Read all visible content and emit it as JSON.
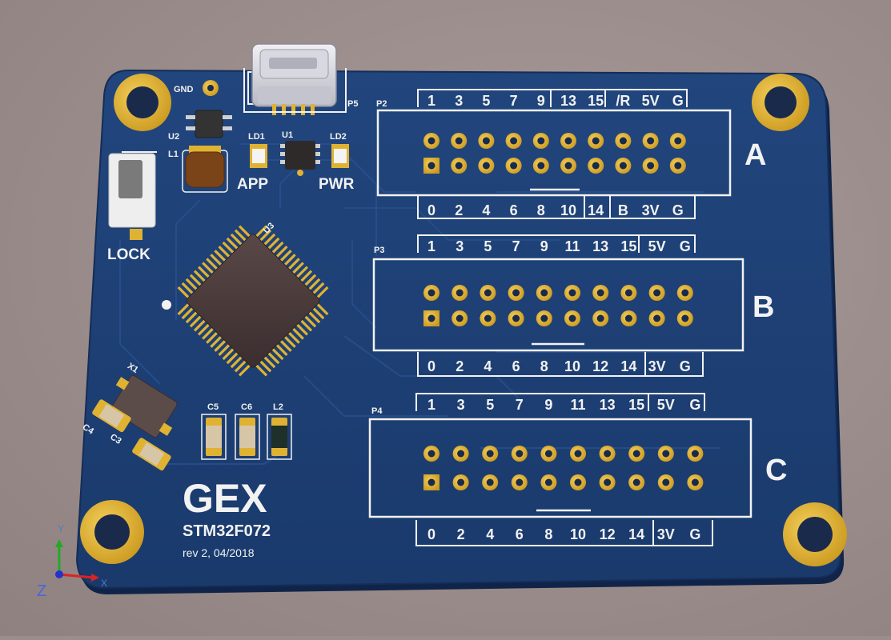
{
  "board": {
    "title": "GEX",
    "mcu": "STM32F072",
    "revision": "rev 2, 04/2018",
    "lock_label": "LOCK",
    "app_label": "APP",
    "pwr_label": "PWR",
    "colors": {
      "pcb": "#1c3d73",
      "pcb_edge": "#142d58",
      "pad": "#e0b232",
      "silk": "#f2f2f2",
      "chip": "#4a3b3b"
    }
  },
  "designators": {
    "gnd": "GND",
    "u2": "U2",
    "l1": "L1",
    "ld1": "LD1",
    "u1": "U1",
    "ld2": "LD2",
    "p5": "P5",
    "u3": "U3",
    "x1": "X1",
    "c4": "C4",
    "c3": "C3",
    "c5": "C5",
    "c6": "C6",
    "l2": "L2"
  },
  "connectors": [
    {
      "id": "a",
      "designator": "P2",
      "letter": "A",
      "top_labels": [
        "1",
        "3",
        "5",
        "7",
        "9",
        "13",
        "15",
        "/R",
        "5V",
        "G"
      ],
      "bottom_labels": [
        "0",
        "2",
        "4",
        "6",
        "8",
        "10",
        "14",
        "B",
        "3V",
        "G"
      ]
    },
    {
      "id": "b",
      "designator": "P3",
      "letter": "B",
      "top_labels": [
        "1",
        "3",
        "5",
        "7",
        "9",
        "11",
        "13",
        "15",
        "5V",
        "G"
      ],
      "bottom_labels": [
        "0",
        "2",
        "4",
        "6",
        "8",
        "10",
        "12",
        "14",
        "3V",
        "G"
      ]
    },
    {
      "id": "c",
      "designator": "P4",
      "letter": "C",
      "top_labels": [
        "1",
        "3",
        "5",
        "7",
        "9",
        "11",
        "13",
        "15",
        "5V",
        "G"
      ],
      "bottom_labels": [
        "0",
        "2",
        "4",
        "6",
        "8",
        "10",
        "12",
        "14",
        "3V",
        "G"
      ]
    }
  ],
  "axes": {
    "x": "X",
    "y": "Y",
    "z": "Z"
  }
}
